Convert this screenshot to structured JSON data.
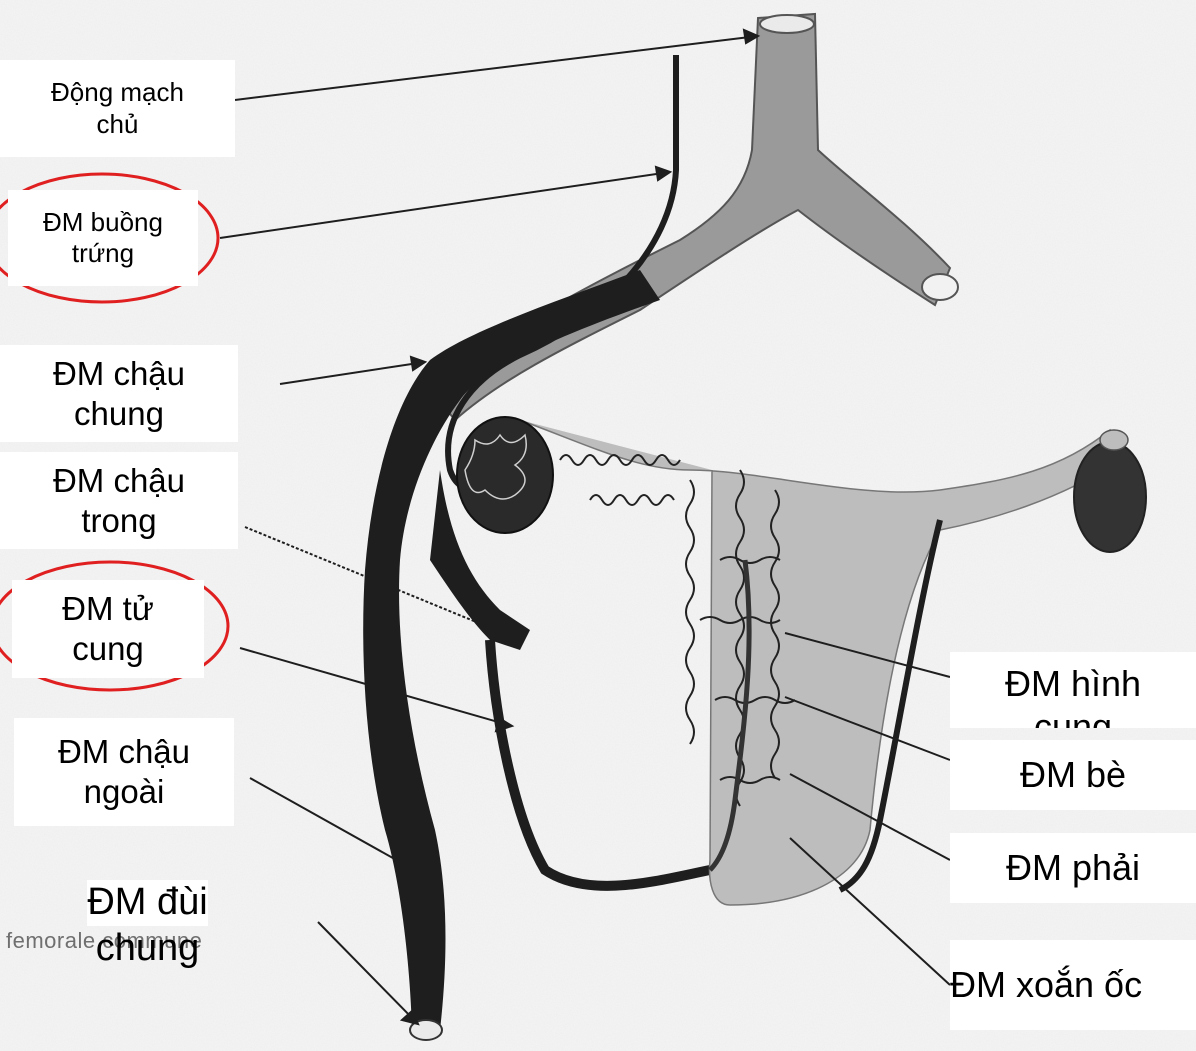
{
  "labels": {
    "aorta": [
      "Động mạch",
      "chủ"
    ],
    "ovarian": [
      "ĐM buồng",
      "trứng"
    ],
    "common_iliac": [
      "ĐM chậu",
      "chung"
    ],
    "internal_iliac": [
      "ĐM chậu",
      "trong"
    ],
    "uterine": [
      "ĐM tử",
      "cung"
    ],
    "external_iliac": [
      "ĐM chậu",
      "ngoài"
    ],
    "common_femoral": [
      "ĐM đùi",
      "chung"
    ],
    "arcuate": [
      "ĐM hình",
      "cung"
    ],
    "radial": "ĐM bè",
    "straight": "ĐM phải",
    "spiral": "ĐM xoắn ốc"
  },
  "background_text": "femorale commune",
  "colors": {
    "vessel": "#1e1e1e",
    "aorta_fill": "#9a9a9a",
    "uterus_fill": "#bdbdbd",
    "highlight": "#e02020"
  }
}
